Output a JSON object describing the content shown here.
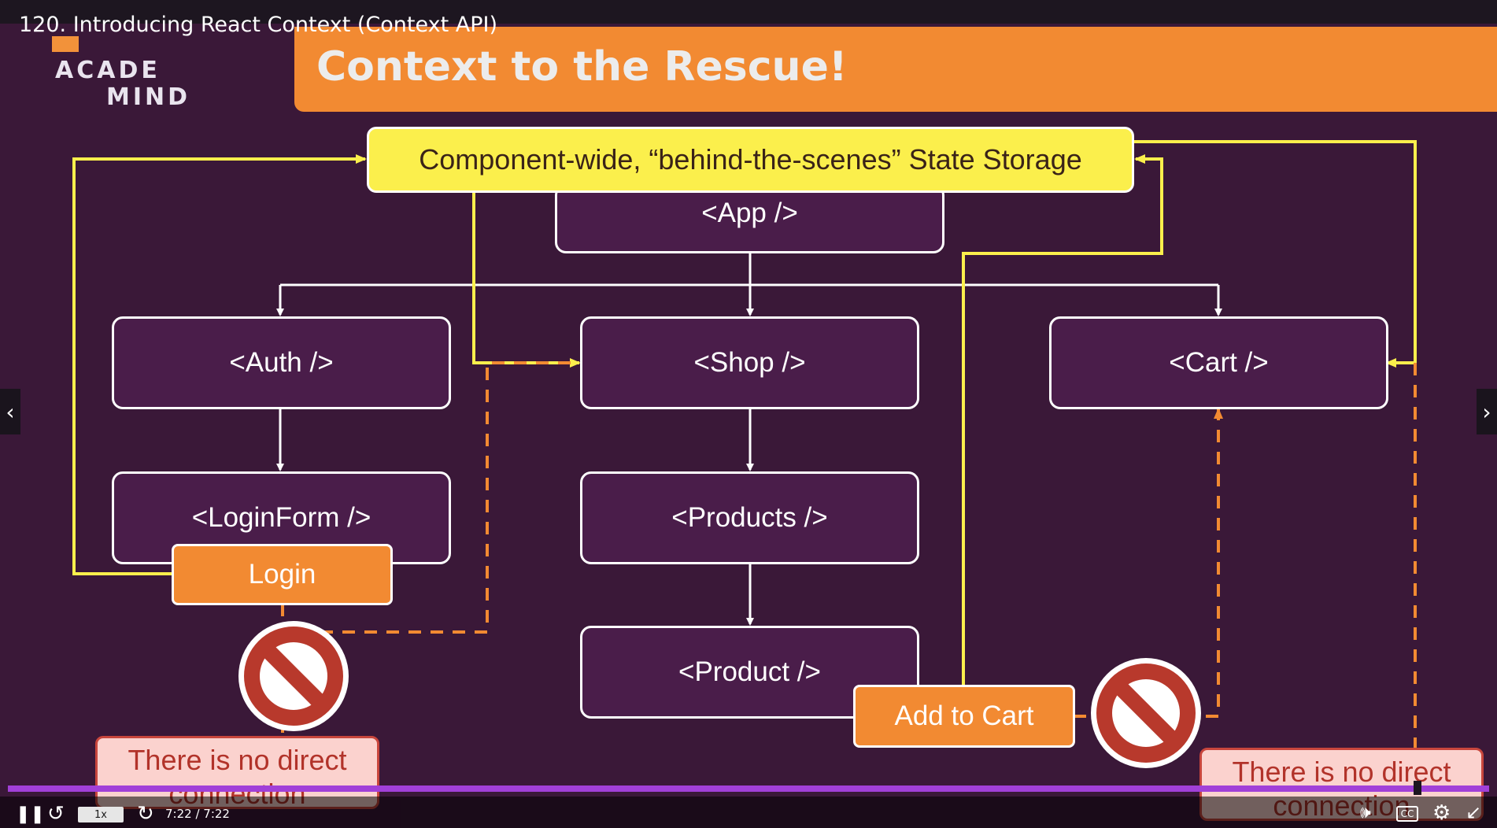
{
  "player": {
    "video_title": "120. Introducing React Context (Context API)",
    "speed": "1x",
    "time": "7:22 / 7:22",
    "progress": 1.0,
    "cc_label": "CC"
  },
  "logo": {
    "line1": "ACADE",
    "line2": "MIND"
  },
  "slide": {
    "title": "Context to the Rescue!",
    "store_label": "Component-wide, “behind-the-scenes” State Storage",
    "components": {
      "app": "<App />",
      "auth": "<Auth />",
      "shop": "<Shop />",
      "cart": "<Cart />",
      "login_form": "<LoginForm />",
      "products": "<Products />",
      "product": "<Product />"
    },
    "buttons": {
      "login": "Login",
      "add_to_cart": "Add to Cart"
    },
    "notes": {
      "left": "There is no direct connection",
      "right": "There is no direct connection"
    }
  },
  "colors": {
    "background": "#3a1838",
    "banner": "#f28a32",
    "store": "#fbef4c",
    "node": "#4a1d4a",
    "forbidden": "#b8392c",
    "note_bg": "#fbd2ce",
    "progress": "#a140d8"
  },
  "icons": [
    "forbidden-icon",
    "pause-icon",
    "rewind-icon",
    "forward-icon",
    "volume-icon",
    "captions-icon",
    "settings-icon",
    "exit-fullscreen-icon",
    "chevron-left-icon",
    "chevron-right-icon"
  ]
}
